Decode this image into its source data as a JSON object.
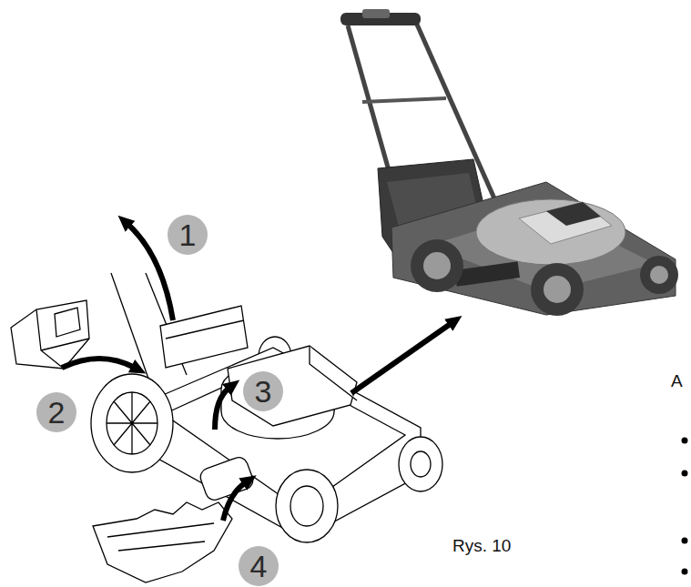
{
  "diagram": {
    "nodes": [
      {
        "text": [
          "1"
        ]
      },
      {
        "text": [
          "2"
        ]
      },
      {
        "text": [
          "3"
        ]
      },
      {
        "text": [
          "4"
        ]
      }
    ],
    "labels": [
      "Rys. 10",
      "A"
    ]
  }
}
